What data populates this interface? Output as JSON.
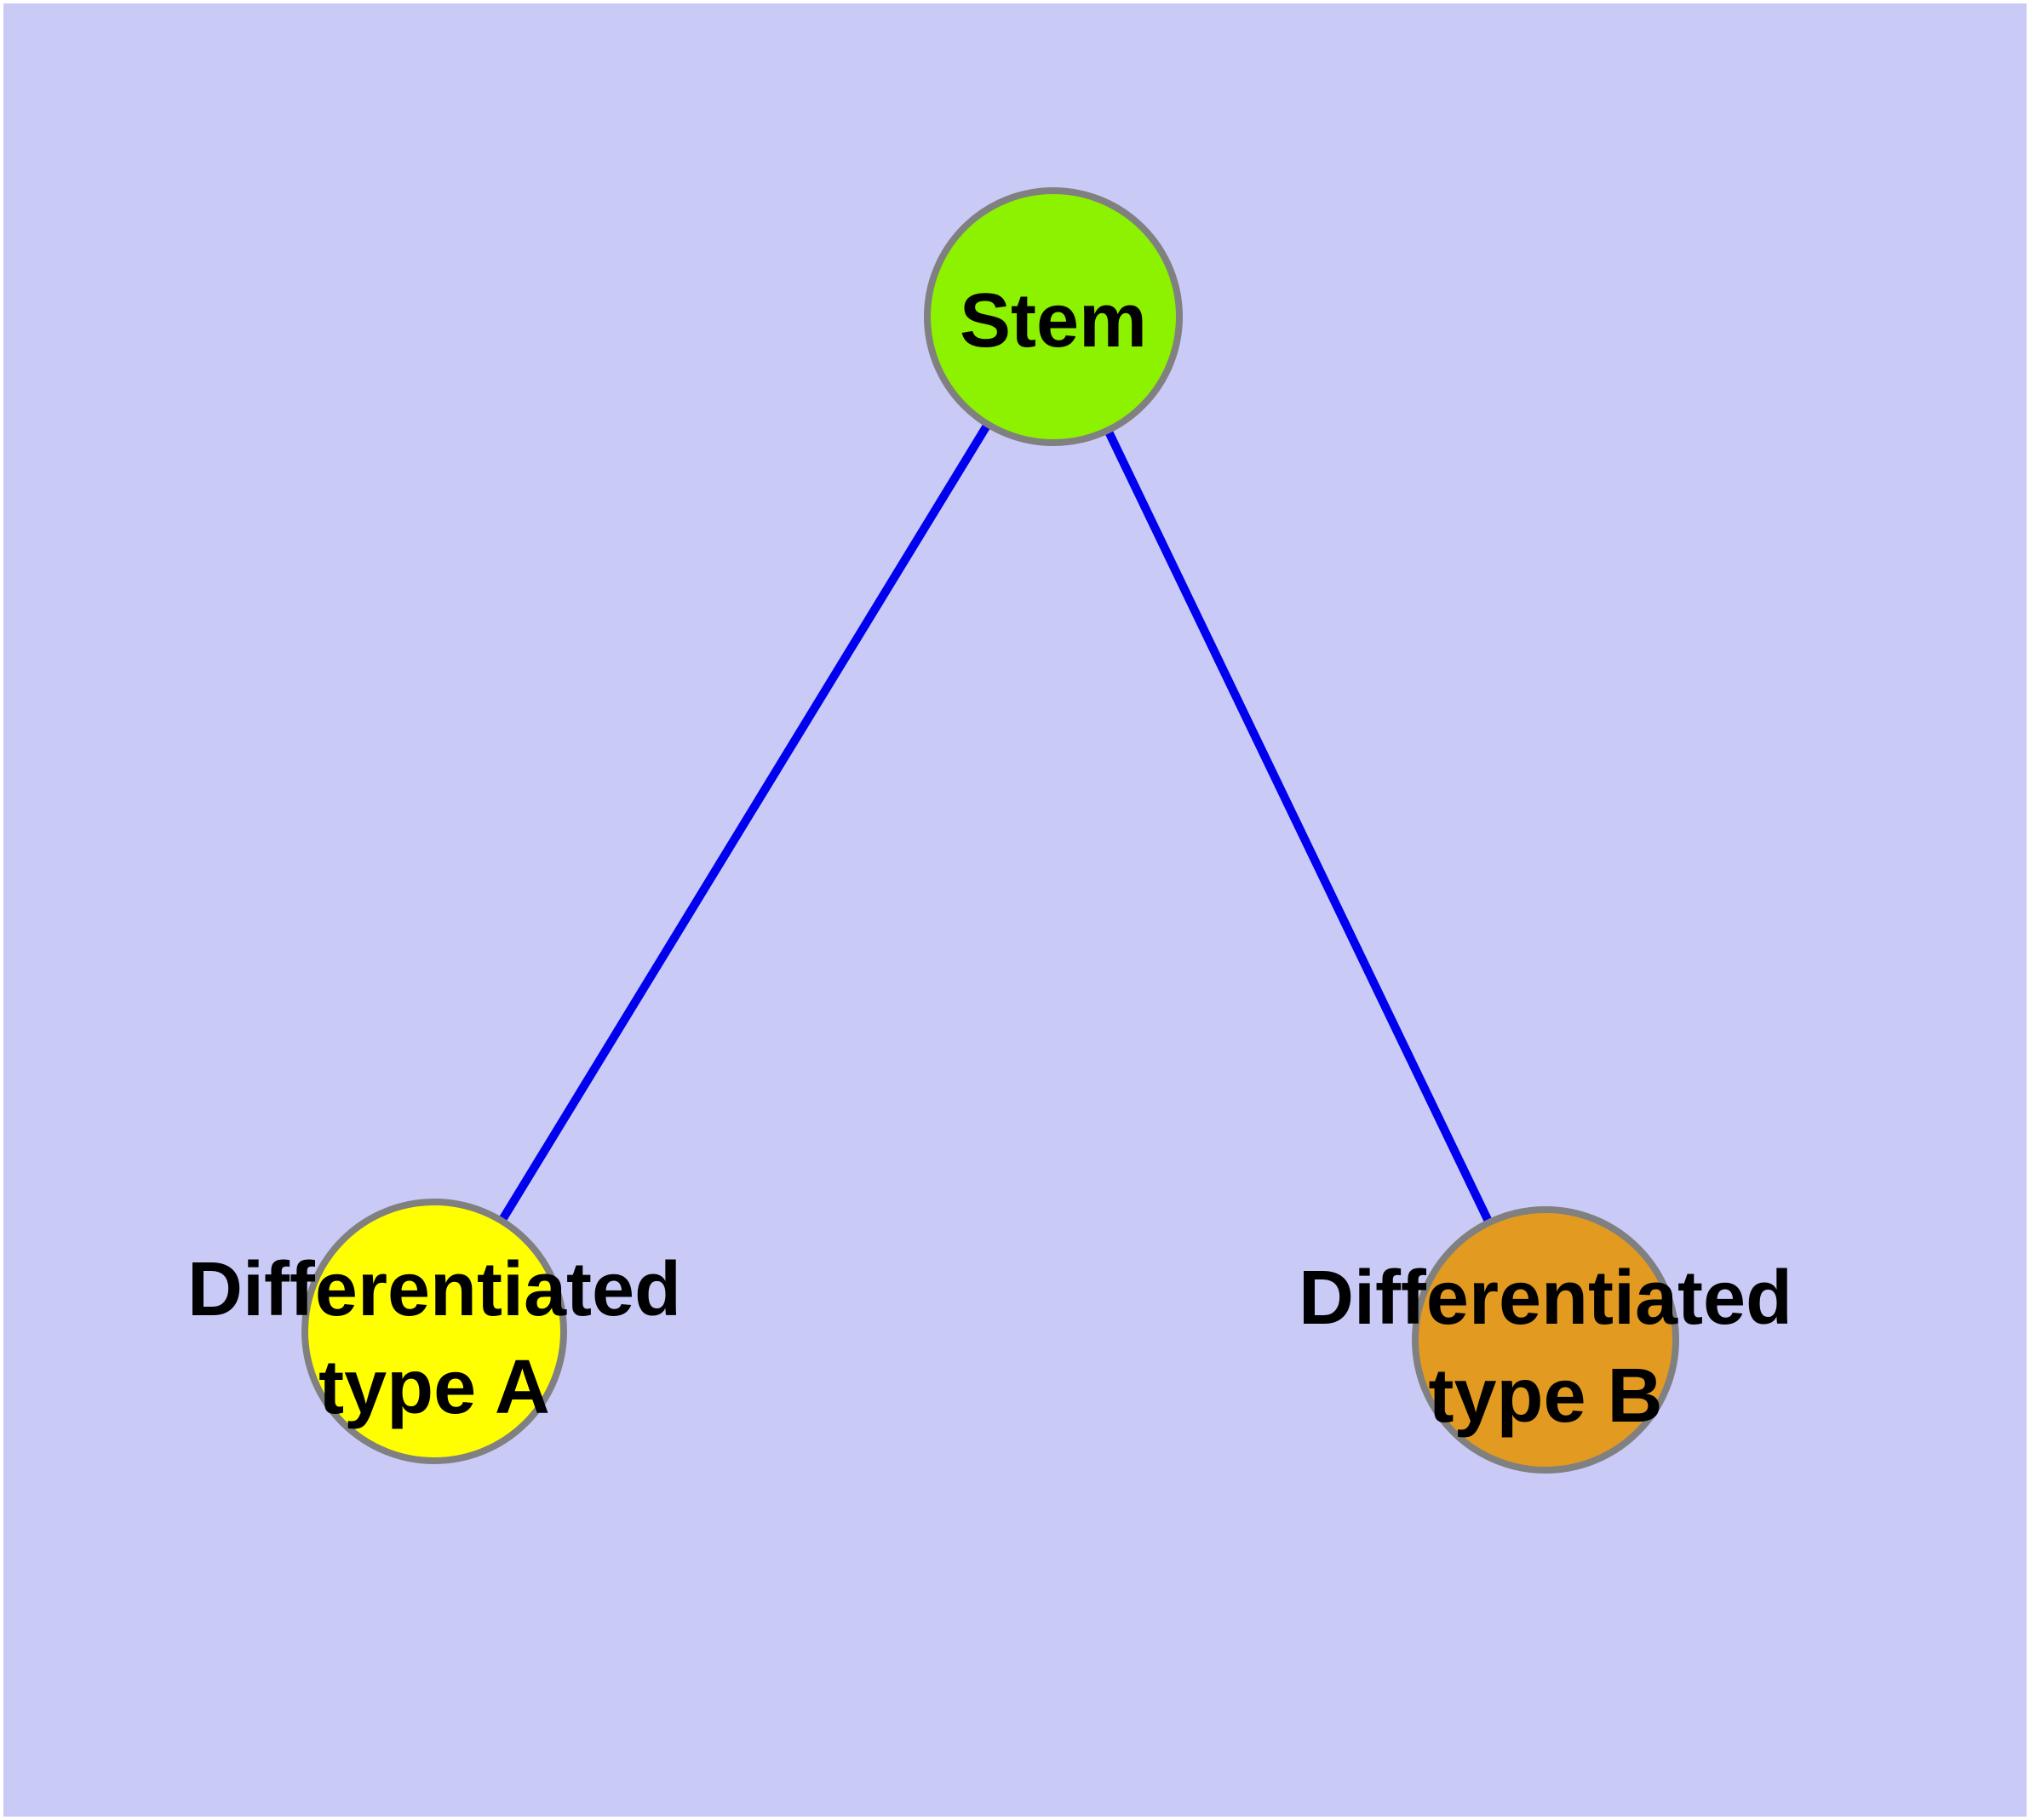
{
  "canvas": {
    "background_color": "#CACAF7",
    "page_border_color": "#FFFFFF"
  },
  "node_style": {
    "border_color": "#808080",
    "label_color": "#000000"
  },
  "nodes": {
    "stem": {
      "label": "Stem",
      "fill_color": "#8CF200"
    },
    "differentiated_a": {
      "label_line1": "Differentiated",
      "label_line2": "type A",
      "fill_color": "#FFFF00"
    },
    "differentiated_b": {
      "label_line1": "Differentiated",
      "label_line2": "type B",
      "fill_color": "#E39A20"
    }
  },
  "edges": [
    {
      "from": "stem",
      "to": "differentiated_a",
      "color": "#0000EE"
    },
    {
      "from": "stem",
      "to": "differentiated_b",
      "color": "#0000EE"
    }
  ]
}
